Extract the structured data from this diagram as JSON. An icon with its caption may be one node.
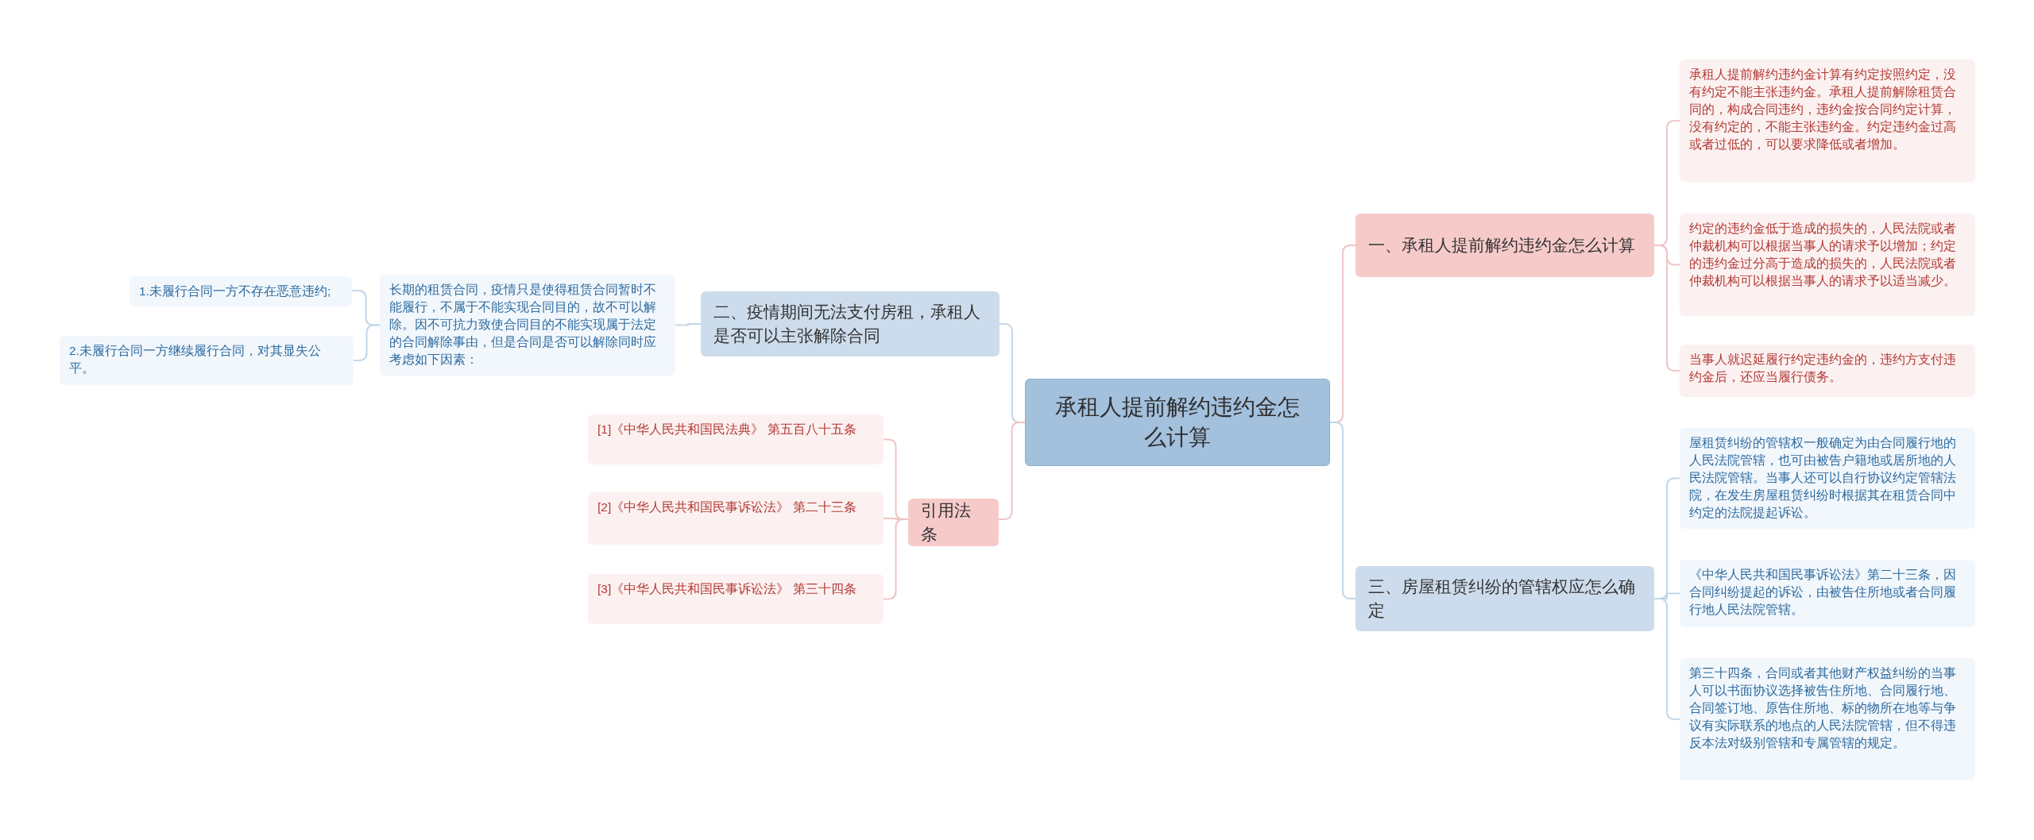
{
  "diagram": {
    "nodes": [
      {
        "text": [
          "承租人提前解约违约金怎么计算"
        ]
      },
      {
        "text": [
          "一、承租人提前解约违约金怎么计算"
        ]
      },
      {
        "text": [
          "承租人提前解约违约金计算有约定按照约定，没有约定不能主张违约金。承租人提前解除租赁合同的，构成合同违约，违约金按合同约定计算，没有约定的，不能主张违约金。约定违约金过高或者过低的，可以要求降低或者增加。"
        ]
      },
      {
        "text": [
          "约定的违约金低于造成的损失的，人民法院或者仲裁机构可以根据当事人的请求予以增加；约定的违约金过分高于造成的损失的，人民法院或者仲裁机构可以根据当事人的请求予以适当减少。"
        ]
      },
      {
        "text": [
          "当事人就迟延履行约定违约金的，违约方支付违约金后，还应当履行债务。"
        ]
      },
      {
        "text": [
          "三、房屋租赁纠纷的管辖权应怎么确定"
        ]
      },
      {
        "text": [
          "屋租赁纠纷的管辖权一般确定为由合同履行地的人民法院管辖，也可由被告户籍地或居所地的人民法院管辖。当事人还可以自行协议约定管辖法院，在发生房屋租赁纠纷时根据其在租赁合同中约定的法院提起诉讼。"
        ]
      },
      {
        "text": [
          "《中华人民共和国民事诉讼法》第二十三条，因合同纠纷提起的诉讼，由被告住所地或者合同履行地人民法院管辖。"
        ]
      },
      {
        "text": [
          "第三十四条，合同或者其他财产权益纠纷的当事人可以书面协议选择被告住所地、合同履行地、合同签订地、原告住所地、标的物所在地等与争议有实际联系的地点的人民法院管辖，但不得违反本法对级别管辖和专属管辖的规定。"
        ]
      },
      {
        "text": [
          "二、疫情期间无法支付房租，承租人是否可以主张解除合同"
        ]
      },
      {
        "text": [
          "长期的租赁合同，疫情只是使得租赁合同暂时不能履行，不属于不能实现合同目的，故不可以解除。因不可抗力致使合同目的不能实现属于法定的合同解除事由，但是合同是否可以解除同时应考虑如下因素："
        ]
      },
      {
        "text": [
          "1.未履行合同一方不存在恶意违约;"
        ]
      },
      {
        "text": [
          "2.未履行合同一方继续履行合同，对其显失公平。"
        ]
      },
      {
        "text": [
          "引用法条"
        ]
      },
      {
        "text": [
          "[1]《中华人民共和国民法典》 第五百八十五条"
        ]
      },
      {
        "text": [
          "[2]《中华人民共和国民事诉讼法》 第二十三条"
        ]
      },
      {
        "text": [
          "[3]《中华人民共和国民事诉讼法》 第三十四条"
        ]
      }
    ],
    "edges": [
      {
        "from": 0,
        "to": 1,
        "arrow": "none",
        "color": "#f0c4c6"
      },
      {
        "from": 1,
        "to": 2,
        "arrow": "none",
        "color": "#f0c4c6"
      },
      {
        "from": 1,
        "to": 3,
        "arrow": "none",
        "color": "#f0c4c6"
      },
      {
        "from": 1,
        "to": 4,
        "arrow": "none",
        "color": "#f0c4c6"
      },
      {
        "from": 0,
        "to": 5,
        "arrow": "none"
      },
      {
        "from": 5,
        "to": 6,
        "arrow": "none"
      },
      {
        "from": 5,
        "to": 7,
        "arrow": "none"
      },
      {
        "from": 5,
        "to": 8,
        "arrow": "none"
      },
      {
        "from": 0,
        "to": 9,
        "arrow": "none"
      },
      {
        "from": 9,
        "to": 10,
        "arrow": "none"
      },
      {
        "from": 10,
        "to": 11,
        "arrow": "none"
      },
      {
        "from": 10,
        "to": 12,
        "arrow": "none"
      },
      {
        "from": 0,
        "to": 13,
        "arrow": "none",
        "color": "#f0c4c6"
      },
      {
        "from": 13,
        "to": 14,
        "arrow": "none",
        "color": "#f0c4c6"
      },
      {
        "from": 13,
        "to": 15,
        "arrow": "none",
        "color": "#f0c4c6"
      },
      {
        "from": 13,
        "to": 16,
        "arrow": "none",
        "color": "#f0c4c6"
      }
    ]
  }
}
